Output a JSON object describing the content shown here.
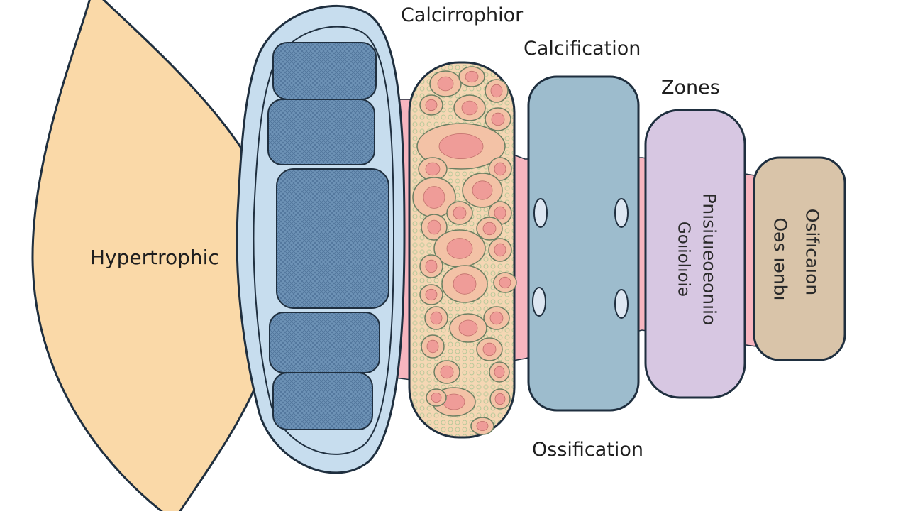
{
  "labels": {
    "top_calcirrophior": "Calcirrophior",
    "top_calcification": "Calcification",
    "top_zones": "Zones",
    "bottom_ossification": "Ossification",
    "hypertrophic": "Hypertrophic"
  },
  "vertical_labels": {
    "purple_line1": "Pnısiuıeoeonıio",
    "purple_line2": "Goıiolıoiə",
    "tan_line1": "Osifıcaıon",
    "tan_line2": "Oəs ıənbı"
  },
  "colors": {
    "hypertrophic": "#fad9a8",
    "blue_cells": "#c7ddee",
    "mesh_blocks": "#6e93b7",
    "cell_zone": "#f5d7b4",
    "cell_nucleus": "#ef9c98",
    "steel_block": "#9dbccd",
    "purple_block": "#d7c7e2",
    "tan_block": "#d9c4a9",
    "connector": "#f7b5bf",
    "outline": "#1f2f3f"
  }
}
